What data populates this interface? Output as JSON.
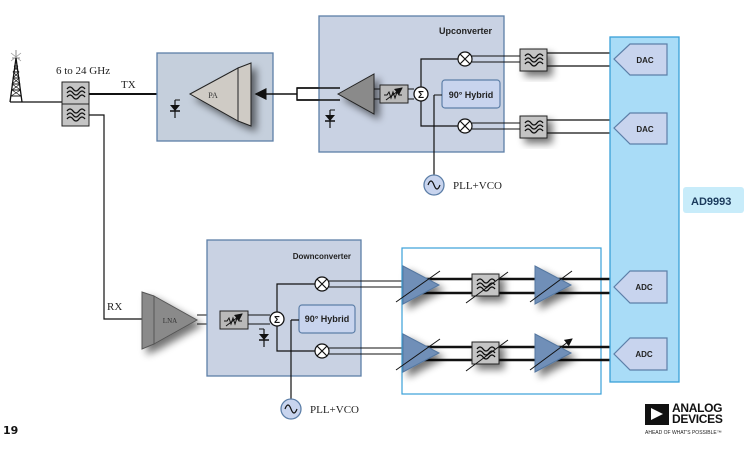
{
  "freq_label": "6 to 24 GHz",
  "tx_label": "TX",
  "rx_label": "RX",
  "pa_label": "PA",
  "lna_label": "LNA",
  "upconverter": {
    "title": "Upconverter",
    "hybrid_label": "90° Hybrid",
    "sum_symbol": "Σ",
    "pll_label": "PLL+VCO"
  },
  "downconverter": {
    "title": "Downconverter",
    "hybrid_label": "90° Hybrid",
    "sum_symbol": "Σ",
    "pll_label": "PLL+VCO"
  },
  "chip": {
    "name": "AD9993",
    "dac_labels": [
      "DAC",
      "DAC"
    ],
    "adc_labels": [
      "ADC",
      "ADC"
    ]
  },
  "page_number": "19",
  "logo": {
    "line1": "ANALOG",
    "line2": "DEVICES",
    "tagline": "AHEAD OF WHAT'S POSSIBLE™"
  },
  "colors": {
    "block_fill": "#c5cfdc",
    "block_border": "#5d7fa8",
    "chip_fill": "#a9dcf7",
    "chip_border": "#3aa0d8",
    "amp_blue": "#6f8fb8",
    "pa_fill": "#cfcbc5",
    "converter_fill": "#c9d2e3"
  }
}
